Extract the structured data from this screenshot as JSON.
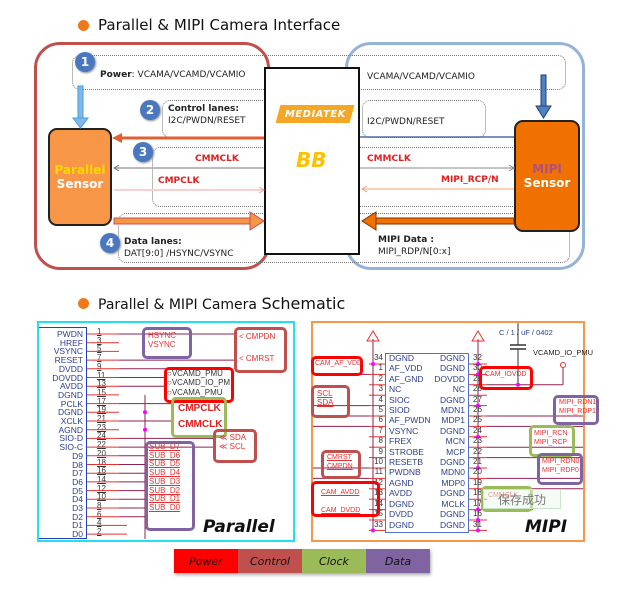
{
  "sections": {
    "interface_title": "Parallel & MIPI Camera Interface",
    "schematic_title_prefix": "Parallel & MIPI Camera ",
    "schematic_title_suffix": "Schematic"
  },
  "interface": {
    "steps": [
      {
        "num": "1",
        "label_bold": "Power",
        "label_rest": ": VCAMA/VCAMD/VCAMIO"
      },
      {
        "num": "2",
        "label_bold": "Control lanes:",
        "label_rest": "I2C/PWDN/RESET"
      },
      {
        "num": "3"
      },
      {
        "num": "4",
        "label_bold": "Data lanes:",
        "label_rest": "DAT[9:0] /HSYNC/VSYNC"
      }
    ],
    "parallel_sensor": {
      "line1": "Parallel",
      "line2": "Sensor"
    },
    "mipi_sensor": {
      "line1": "MIPI",
      "line2": "Sensor"
    },
    "bb": {
      "brand": "MEDIATEK",
      "label": "BB"
    },
    "parallel_signals": {
      "cmmclk": "CMMCLK",
      "cmpclk": "CMPCLK"
    },
    "mipi_side": {
      "power": "VCAMA/VCAMD/VCAMIO",
      "control": "I2C/PWDN/RESET",
      "cmmclk": "CMMCLK",
      "rcp": "MIPI_RCP/N",
      "data_label": "MIPI Data :",
      "data_value": "MIPI_RDP/N[0:x]"
    }
  },
  "parallel_schematic": {
    "title": "Parallel",
    "pins": [
      {
        "name": "PWDN",
        "num": "1"
      },
      {
        "name": "HREF",
        "num": "3"
      },
      {
        "name": "VSYNC",
        "num": "5"
      },
      {
        "name": "RESET",
        "num": "7"
      },
      {
        "name": "DVDD",
        "num": "9"
      },
      {
        "name": "DOVDD",
        "num": "11"
      },
      {
        "name": "AVDD",
        "num": "13"
      },
      {
        "name": "DGND",
        "num": "15"
      },
      {
        "name": "PCLK",
        "num": "17"
      },
      {
        "name": "DGND",
        "num": "19"
      },
      {
        "name": "XCLK",
        "num": "21"
      },
      {
        "name": "AGND",
        "num": "23"
      },
      {
        "name": "SIO-D",
        "num": "24"
      },
      {
        "name": "SIO-C",
        "num": "22"
      },
      {
        "name": "D9",
        "num": "20"
      },
      {
        "name": "D8",
        "num": "18"
      },
      {
        "name": "D7",
        "num": "16"
      },
      {
        "name": "D6",
        "num": "14"
      },
      {
        "name": "D5",
        "num": "12"
      },
      {
        "name": "D4",
        "num": "10"
      },
      {
        "name": "D3",
        "num": "8"
      },
      {
        "name": "D2",
        "num": "6"
      },
      {
        "name": "D1",
        "num": "4"
      },
      {
        "name": "D0",
        "num": "2"
      }
    ],
    "nets": {
      "hsync": "HSYNC",
      "vsync": "VSYNC",
      "cmpdn": "CMPDN",
      "cmrst": "CMRST",
      "power": [
        "VCAMD_PMU",
        "VCAMD_IO_PM",
        "VCAMA_PMU"
      ],
      "clocks": [
        "CMPCLK",
        "CMMCLK"
      ],
      "i2c": [
        "SDA",
        "SCL"
      ],
      "data": [
        "SUB_D7",
        "SUB_D6",
        "SUB_D5",
        "SUB_D4",
        "SUB_D3",
        "SUB_D2",
        "SUB_D1",
        "SUB_D0"
      ]
    }
  },
  "mipi_schematic": {
    "title": "MIPI",
    "capacitor": "C / 1 / uF / 0402",
    "vcamd_io_pmu": "VCAMD_IO_PMU",
    "left_pins": [
      {
        "num": "34",
        "name": "DGND"
      },
      {
        "num": "1",
        "name": "AF_VDD"
      },
      {
        "num": "2",
        "name": "AF_GND"
      },
      {
        "num": "3",
        "name": "NC"
      },
      {
        "num": "4",
        "name": "SIOC"
      },
      {
        "num": "5",
        "name": "SIOD"
      },
      {
        "num": "6",
        "name": "AF_PWDN"
      },
      {
        "num": "7",
        "name": "VSYNC"
      },
      {
        "num": "8",
        "name": "FREX"
      },
      {
        "num": "9",
        "name": "STROBE"
      },
      {
        "num": "10",
        "name": "RESETB"
      },
      {
        "num": "11",
        "name": "PWDNB"
      },
      {
        "num": "12",
        "name": "AGND"
      },
      {
        "num": "13",
        "name": "AVDD"
      },
      {
        "num": "14",
        "name": "DGND"
      },
      {
        "num": "15",
        "name": "DVDD"
      },
      {
        "num": "33",
        "name": "DGND"
      }
    ],
    "right_pins": [
      {
        "num": "32",
        "name": "DGND"
      },
      {
        "num": "30",
        "name": "DGND"
      },
      {
        "num": "29",
        "name": "DOVDD"
      },
      {
        "num": "28",
        "name": "NC"
      },
      {
        "num": "27",
        "name": "DGND"
      },
      {
        "num": "26",
        "name": "MDN1"
      },
      {
        "num": "25",
        "name": "MDP1"
      },
      {
        "num": "24",
        "name": "DGND"
      },
      {
        "num": "23",
        "name": "MCN"
      },
      {
        "num": "22",
        "name": "MCP"
      },
      {
        "num": "21",
        "name": "DGND"
      },
      {
        "num": "20",
        "name": "MDN0"
      },
      {
        "num": "19",
        "name": "MDP0"
      },
      {
        "num": "18",
        "name": "DGND"
      },
      {
        "num": "17",
        "name": "MCLK"
      },
      {
        "num": "16",
        "name": "DGND"
      },
      {
        "num": "31",
        "name": "DGND"
      }
    ],
    "nets": {
      "cam_af_vdd": "CAM_AF_VDD",
      "scl": "SCL",
      "sda": "SDA",
      "cmrst": "CMRST",
      "cmpdn": "CMPDN",
      "cam_avdd": "CAM_AVDD",
      "cam_dvdd": "CAM_DVDD",
      "cam_iovdd": "CAM_IOVDD",
      "rdn1": "MIPI_RDN1",
      "rdp1": "MIPI_RDP1",
      "rcn": "MIPI_RCN",
      "rcp": "MIPI_RCP",
      "rdn0": "MIPI_RDN0",
      "rdp0": "MIPI_RDP0",
      "cmmclk": "CMMCLK"
    },
    "watermark": "保存成功"
  },
  "legend": [
    {
      "label": "Power",
      "color": "#ff0000"
    },
    {
      "label": "Control",
      "color": "#c0504d"
    },
    {
      "label": "Clock",
      "color": "#9bbb59"
    },
    {
      "label": "Data",
      "color": "#8064a2"
    }
  ]
}
